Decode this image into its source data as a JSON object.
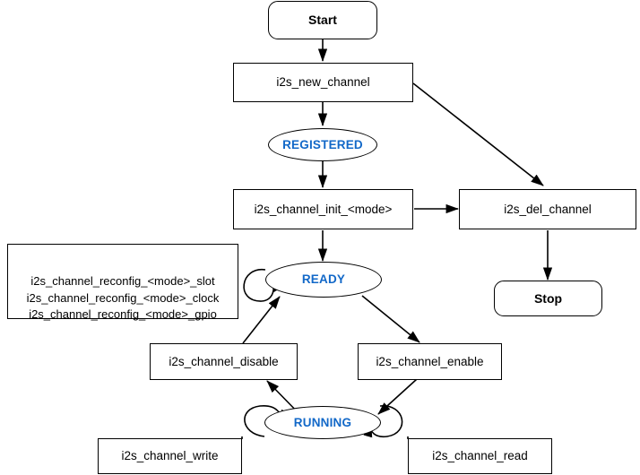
{
  "diagram": {
    "title": "I2S driver state machine",
    "accent_color": "#1268c8",
    "line_color": "#000000",
    "background_color": "#ffffff",
    "nodes": {
      "start": {
        "label": "Start",
        "shape": "rounded-rect"
      },
      "new_channel": {
        "label": "i2s_new_channel",
        "shape": "rect"
      },
      "registered": {
        "label": "REGISTERED",
        "shape": "ellipse"
      },
      "channel_init": {
        "label": "i2s_channel_init_<mode>",
        "shape": "rect"
      },
      "del_channel": {
        "label": "i2s_del_channel",
        "shape": "rect"
      },
      "stop": {
        "label": "Stop",
        "shape": "rounded-rect"
      },
      "reconfig": {
        "label": "i2s_channel_reconfig_<mode>_slot\ni2s_channel_reconfig_<mode>_clock\ni2s_channel_reconfig_<mode>_gpio",
        "shape": "rect",
        "lines": [
          "i2s_channel_reconfig_<mode>_slot",
          "i2s_channel_reconfig_<mode>_clock",
          "i2s_channel_reconfig_<mode>_gpio"
        ]
      },
      "ready": {
        "label": "READY",
        "shape": "ellipse"
      },
      "channel_disable": {
        "label": "i2s_channel_disable",
        "shape": "rect"
      },
      "channel_enable": {
        "label": "i2s_channel_enable",
        "shape": "rect"
      },
      "running": {
        "label": "RUNNING",
        "shape": "ellipse"
      },
      "channel_write": {
        "label": "i2s_channel_write",
        "shape": "rect"
      },
      "channel_read": {
        "label": "i2s_channel_read",
        "shape": "rect"
      }
    },
    "edges": [
      {
        "from": "start",
        "to": "new_channel",
        "kind": "arrow"
      },
      {
        "from": "new_channel",
        "to": "registered",
        "kind": "arrow"
      },
      {
        "from": "new_channel",
        "to": "del_channel",
        "kind": "arrow"
      },
      {
        "from": "registered",
        "to": "channel_init",
        "kind": "arrow"
      },
      {
        "from": "channel_init",
        "to": "del_channel",
        "kind": "arrow"
      },
      {
        "from": "channel_init",
        "to": "ready",
        "kind": "arrow"
      },
      {
        "from": "del_channel",
        "to": "stop",
        "kind": "arrow"
      },
      {
        "from": "reconfig",
        "to": "ready",
        "kind": "self-loop-arrow"
      },
      {
        "from": "ready",
        "to": "channel_enable",
        "kind": "arrow"
      },
      {
        "from": "channel_disable",
        "to": "ready",
        "kind": "arrow"
      },
      {
        "from": "channel_enable",
        "to": "running",
        "kind": "arrow"
      },
      {
        "from": "running",
        "to": "channel_disable",
        "kind": "arrow"
      },
      {
        "from": "channel_write",
        "to": "running",
        "kind": "self-loop-arrow"
      },
      {
        "from": "channel_read",
        "to": "running",
        "kind": "self-loop-arrow"
      }
    ]
  }
}
